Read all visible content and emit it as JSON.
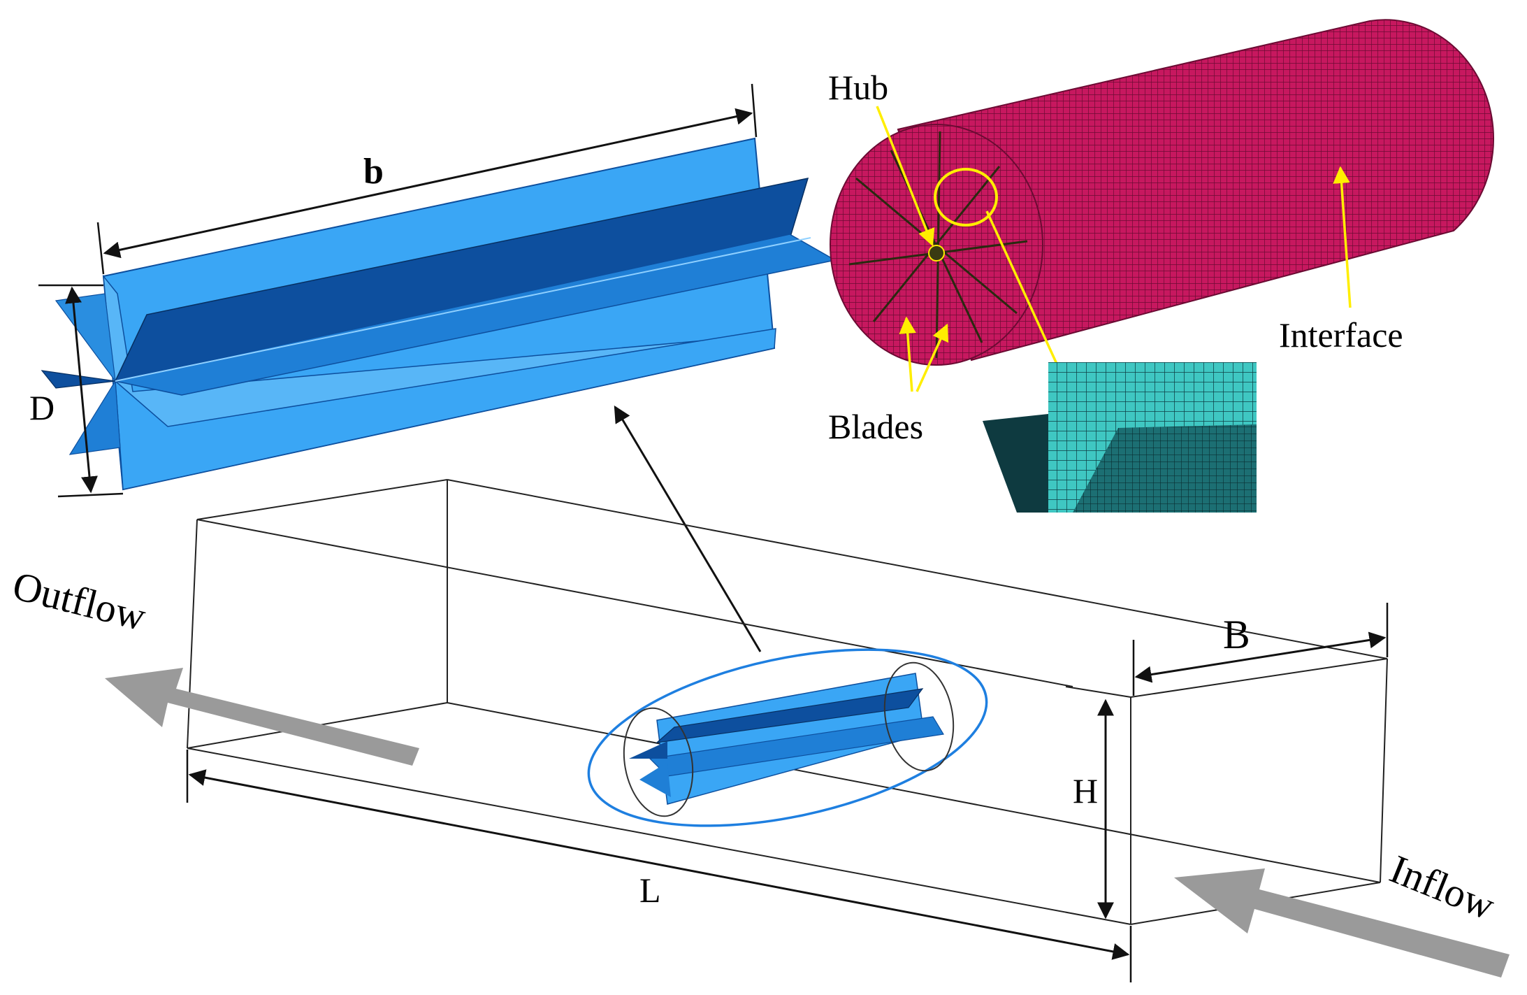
{
  "labels": {
    "b": "b",
    "D": "D",
    "hub": "Hub",
    "blades": "Blades",
    "interface": "Interface",
    "outflow": "Outflow",
    "inflow": "Inflow",
    "B": "B",
    "H": "H",
    "L": "L"
  },
  "colors": {
    "blade_light": "#3aa6f5",
    "blade_mid": "#1f7fd6",
    "blade_dark": "#0d4f9e",
    "mesh_magenta": "#c7185f",
    "mesh_grid": "#6b0b33",
    "inset_cyan": "#3fc7c2",
    "inset_dark": "#0e3f44",
    "yellow_annotation": "#ffee00",
    "flow_arrow_grey": "#9a9a9a",
    "ellipse_blue": "#1e7fe0"
  }
}
